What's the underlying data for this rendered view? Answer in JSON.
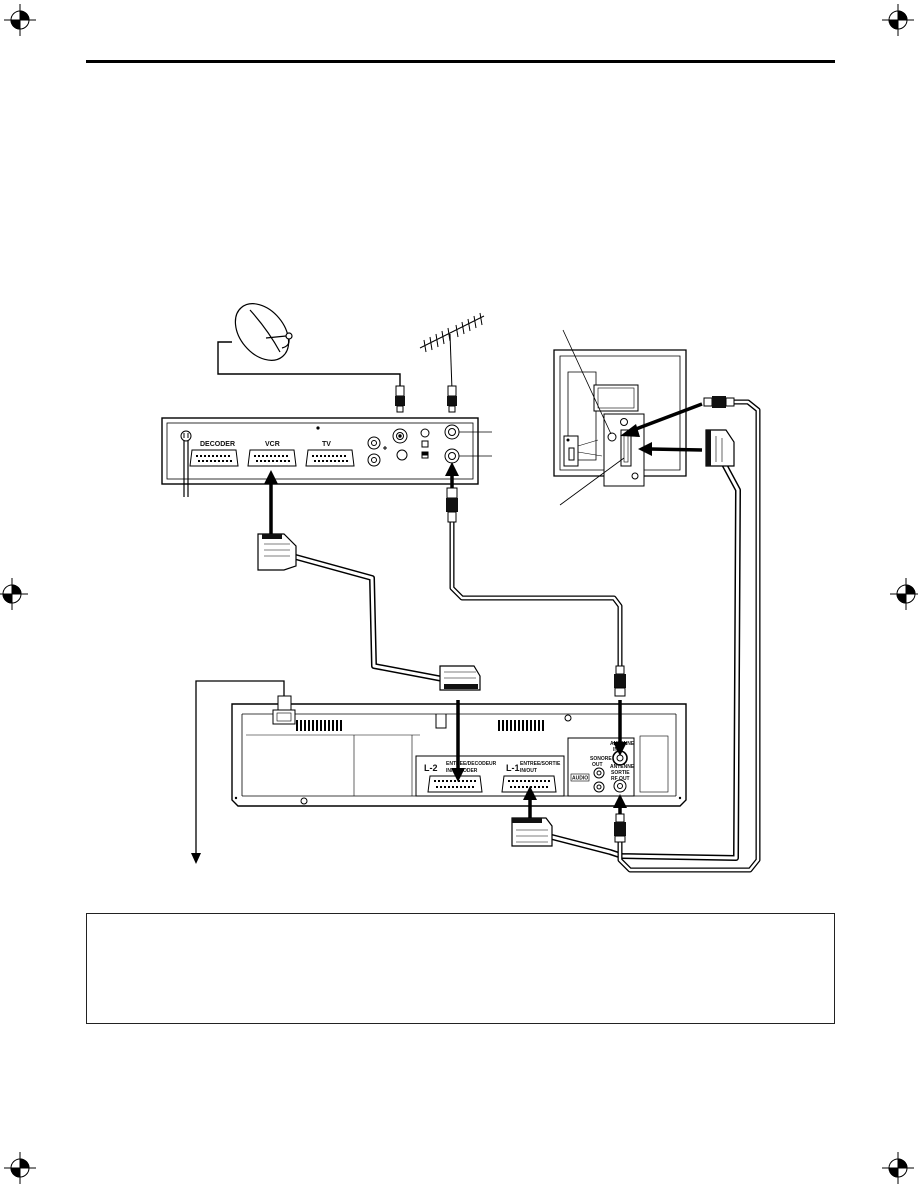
{
  "receiver": {
    "scart_labels": [
      "DECODER",
      "VCR",
      "TV"
    ]
  },
  "vcr": {
    "l2_label": "L-2",
    "l2_text": [
      "ENTREE/DECODEUR",
      "IN/DECODER"
    ],
    "l1_label": "L-1",
    "l1_text": [
      "ENTREE/SORTIE",
      "IN/OUT"
    ],
    "rf_in_text": [
      "ANTENNE",
      "IN"
    ],
    "sound_out_text": [
      "SONORE",
      "OUT"
    ],
    "audio_label": "AUDIO",
    "rf_out_text": [
      "ANTENNE",
      "SORTIE",
      "RF OUT"
    ]
  }
}
